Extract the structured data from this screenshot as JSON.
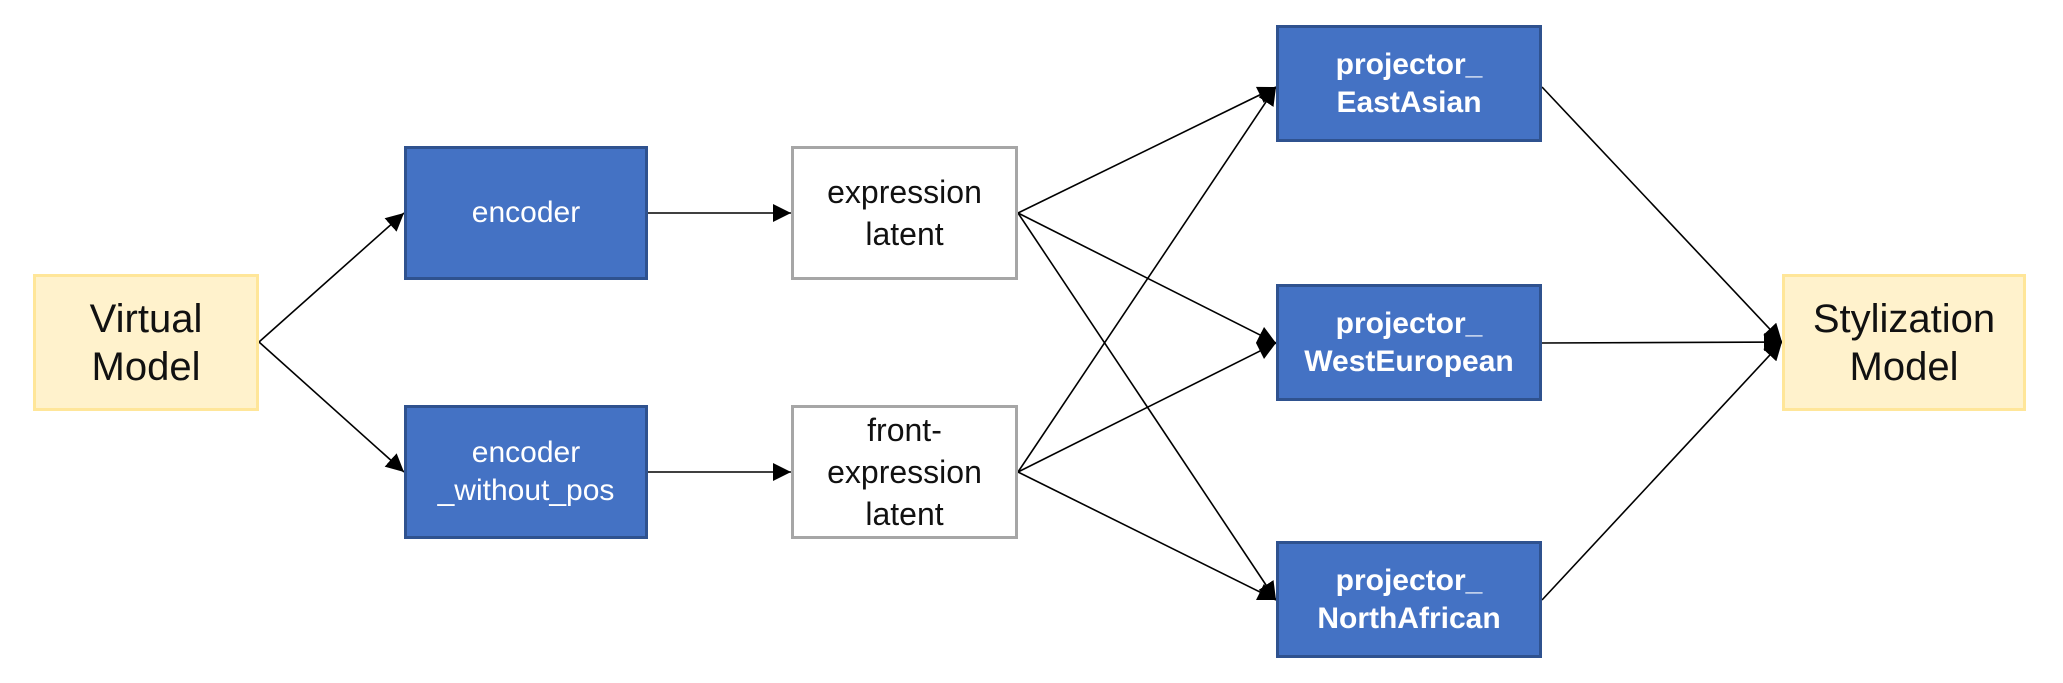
{
  "nodes": {
    "virtual_model": "Virtual\nModel",
    "encoder": "encoder",
    "encoder_without_pos": "encoder\n_without_pos",
    "expression_latent": "expression\nlatent",
    "front_expression_latent": "front-\nexpression\nlatent",
    "projector_east_asian": "projector_\nEastAsian",
    "projector_west_european": "projector_\nWestEuropean",
    "projector_north_african": "projector_\nNorthAfrican",
    "stylization_model": "Stylization\nModel"
  },
  "colors": {
    "input_fill": "#fff2cc",
    "input_border": "#ffe699",
    "module_fill": "#4472c4",
    "module_border": "#2f528f",
    "latent_fill": "#ffffff",
    "latent_border": "#a6a6a6",
    "edge": "#000000"
  },
  "edges": [
    [
      "virtual_model",
      "encoder"
    ],
    [
      "virtual_model",
      "encoder_without_pos"
    ],
    [
      "encoder",
      "expression_latent"
    ],
    [
      "encoder_without_pos",
      "front_expression_latent"
    ],
    [
      "expression_latent",
      "projector_east_asian"
    ],
    [
      "expression_latent",
      "projector_west_european"
    ],
    [
      "expression_latent",
      "projector_north_african"
    ],
    [
      "front_expression_latent",
      "projector_east_asian"
    ],
    [
      "front_expression_latent",
      "projector_west_european"
    ],
    [
      "front_expression_latent",
      "projector_north_african"
    ],
    [
      "projector_east_asian",
      "stylization_model"
    ],
    [
      "projector_west_european",
      "stylization_model"
    ],
    [
      "projector_north_african",
      "stylization_model"
    ]
  ]
}
